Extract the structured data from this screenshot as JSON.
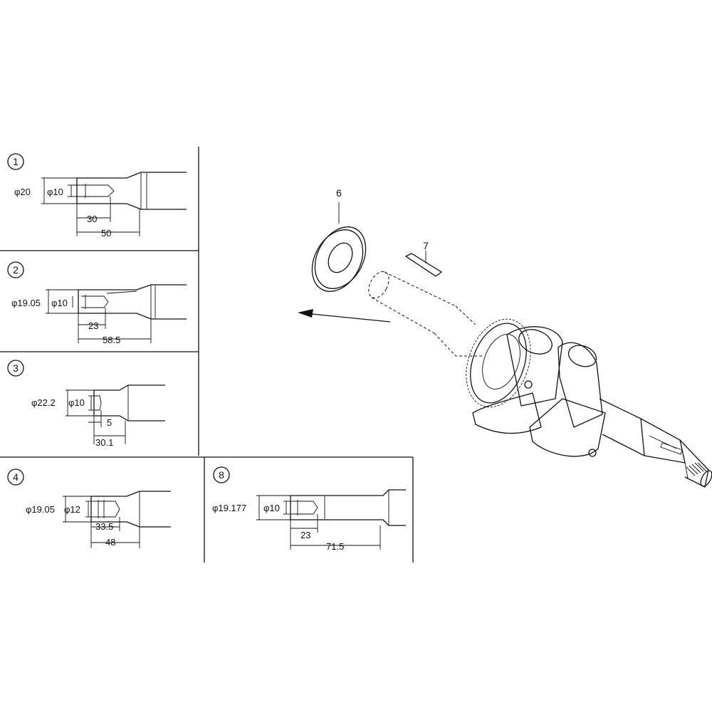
{
  "panels": [
    {
      "number": "1",
      "dia_outer": "φ20",
      "dia_inner": "φ10",
      "len_a": "30",
      "len_b": "50"
    },
    {
      "number": "2",
      "dia_outer": "φ19.05",
      "dia_inner": "φ10",
      "len_a": "23",
      "len_b": "58.5"
    },
    {
      "number": "3",
      "dia_outer": "φ22.2",
      "dia_inner": "φ10",
      "len_a": "5",
      "len_b": "30.1"
    },
    {
      "number": "4",
      "dia_outer": "φ19.05",
      "dia_inner": "φ12",
      "len_a": "33.5",
      "len_b": "48"
    },
    {
      "number": "8",
      "dia_outer": "φ19.177",
      "dia_inner": "φ10",
      "len_a": "23",
      "len_b": "71.5"
    }
  ],
  "callouts": {
    "washer": "6",
    "key": "7"
  }
}
